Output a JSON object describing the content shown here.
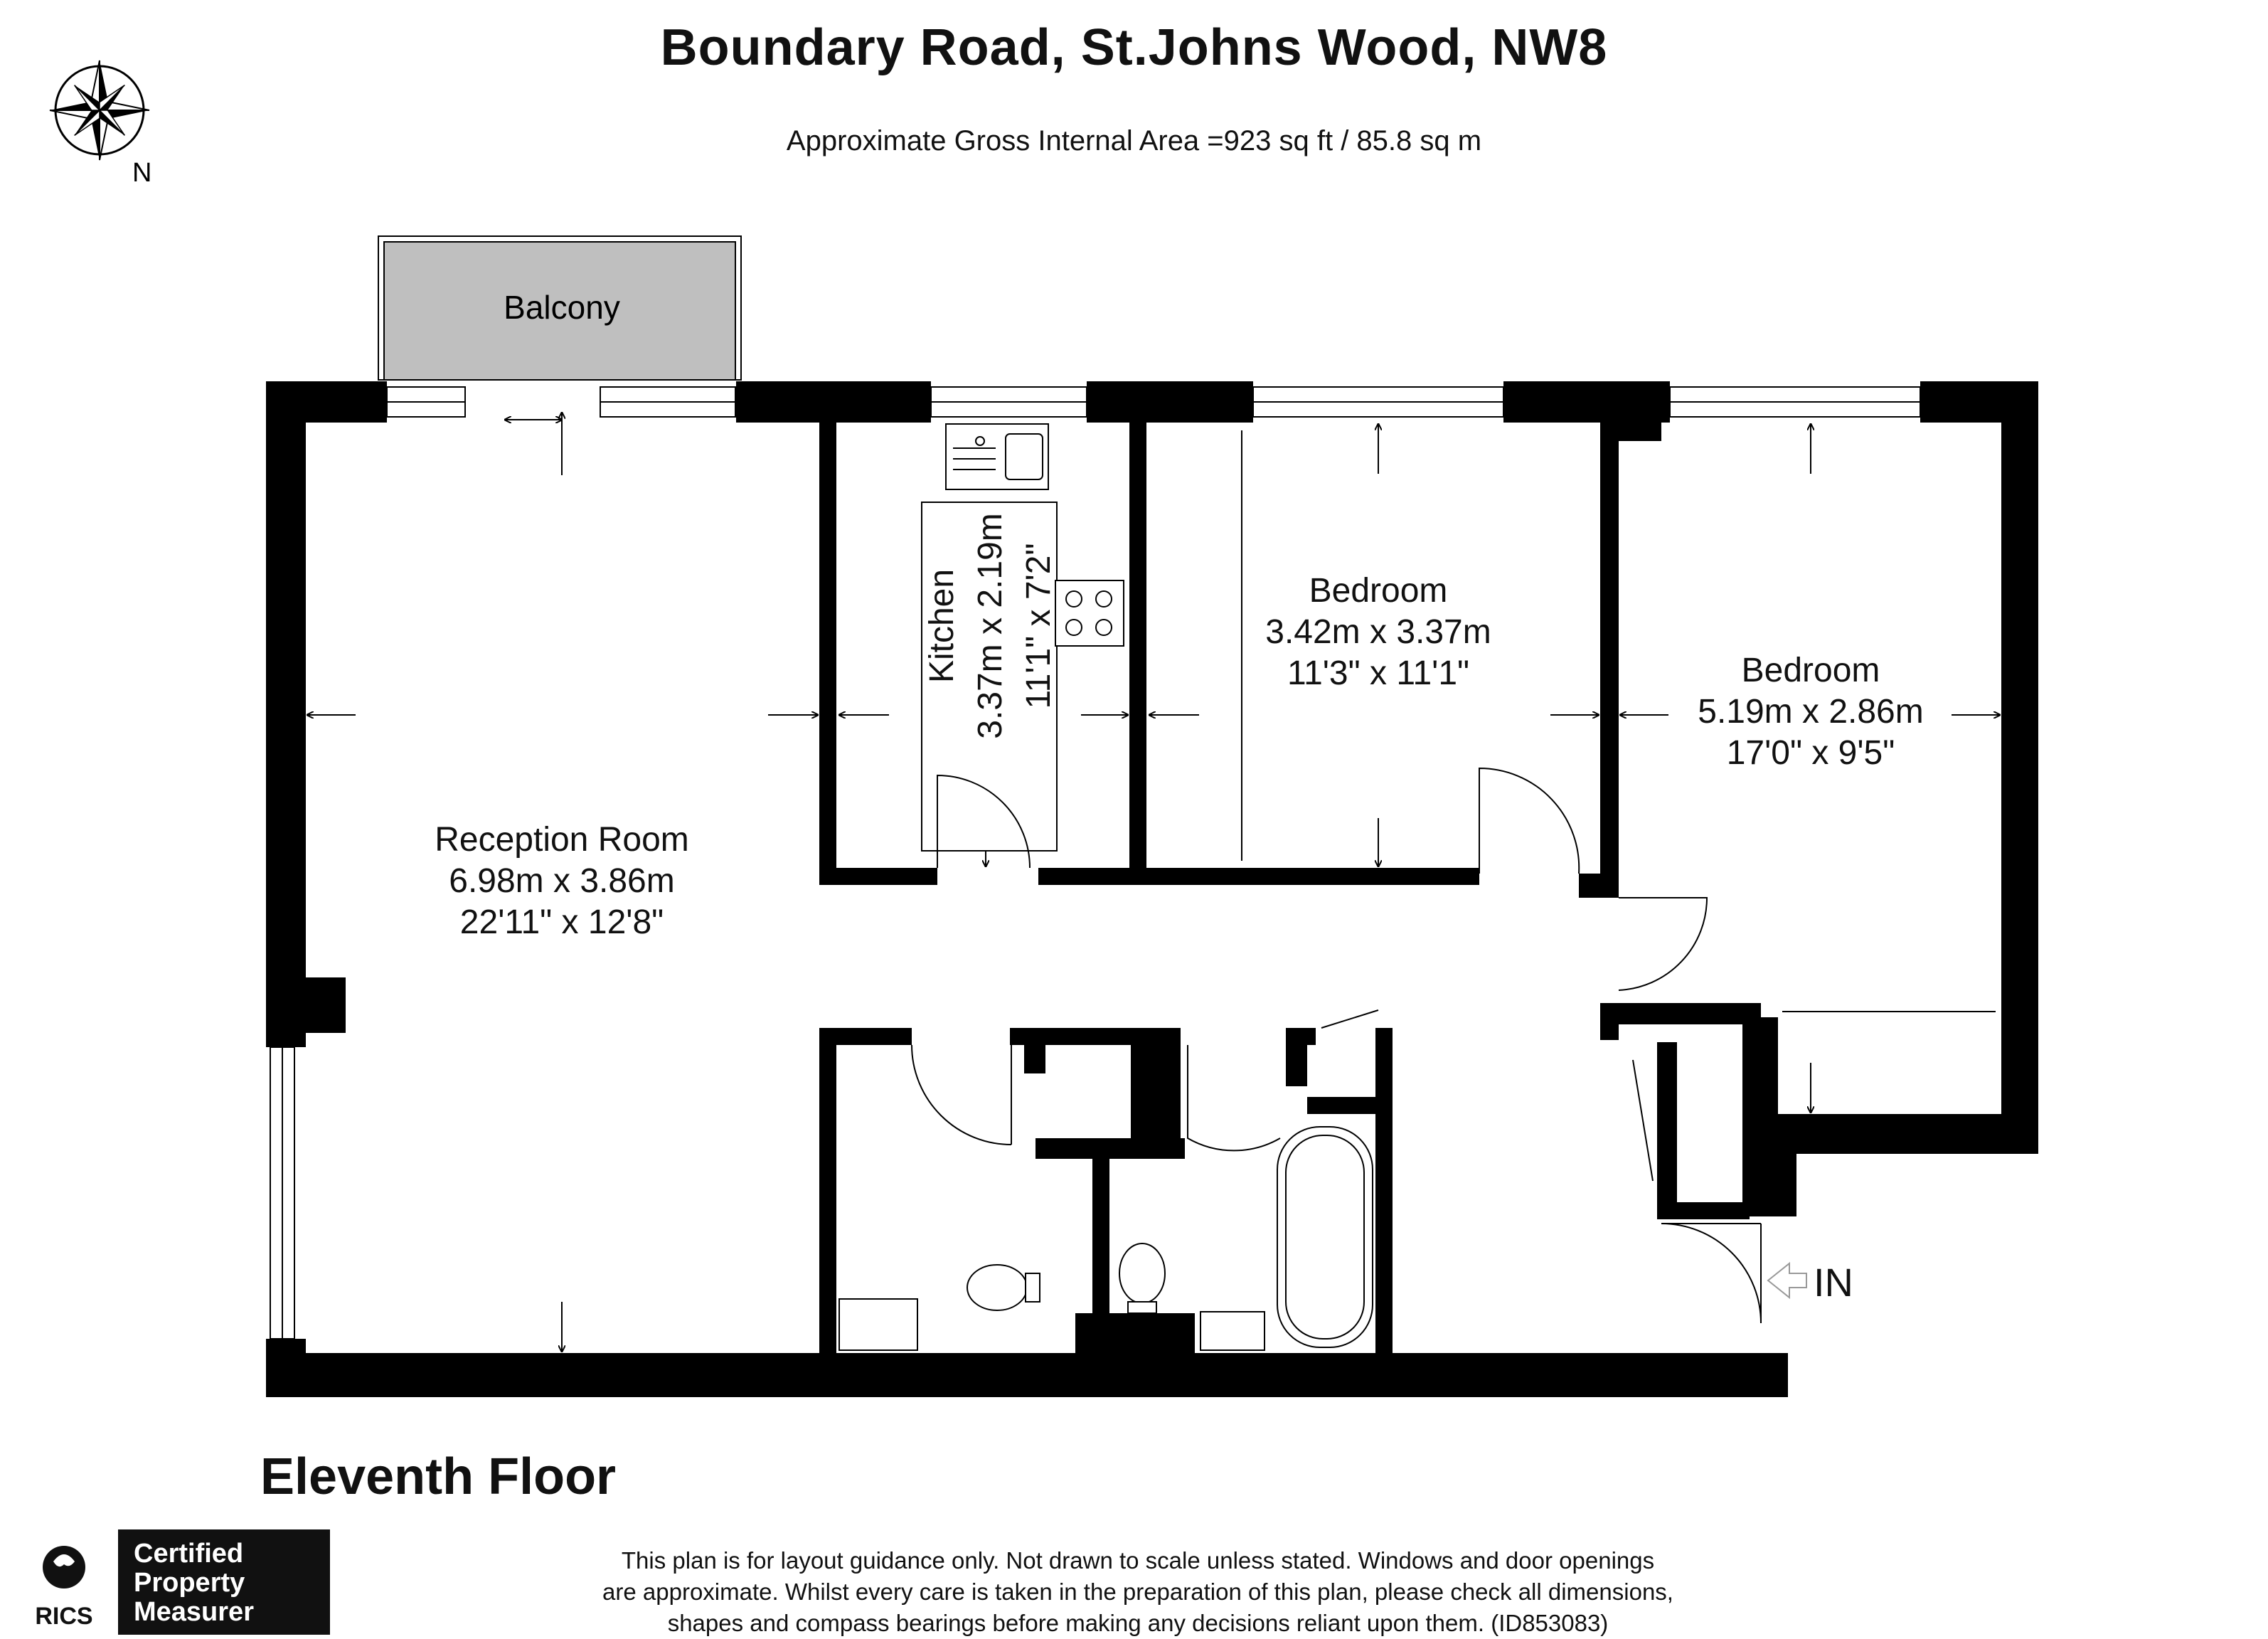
{
  "header": {
    "title": "Boundary Road, St.Johns Wood, NW8",
    "subtitle": "Approximate Gross Internal Area =923 sq ft / 85.8 sq m"
  },
  "compass": {
    "label": "N",
    "icon": "compass-star-icon"
  },
  "rooms": {
    "balcony": {
      "name": "Balcony"
    },
    "reception": {
      "name": "Reception Room",
      "metric": "6.98m x 3.86m",
      "imperial": "22'11\" x 12'8\""
    },
    "kitchen": {
      "name": "Kitchen",
      "metric": "3.37m x 2.19m",
      "imperial": "11'1\" x 7'2\""
    },
    "bedroom1": {
      "name": "Bedroom",
      "metric": "3.42m x 3.37m",
      "imperial": "11'3\" x 11'1\""
    },
    "bedroom2": {
      "name": "Bedroom",
      "metric": "5.19m x 2.86m",
      "imperial": "17'0\" x 9'5\""
    }
  },
  "entrance": {
    "label": "IN"
  },
  "floor_label": "Eleventh Floor",
  "disclaimer": {
    "line1": "This plan is for layout guidance only. Not drawn to scale unless stated. Windows and door openings",
    "line2": "are approximate. Whilst every care is taken in the preparation of this plan, please check all dimensions,",
    "line3": "shapes and compass bearings before making any decisions reliant upon them. (ID853083)"
  },
  "certification": {
    "org": "RICS",
    "badge": [
      "Certified",
      "Property",
      "Measurer"
    ]
  },
  "colors": {
    "wall": "#000000",
    "balcony_fill": "#bfbfbf",
    "background": "#ffffff"
  }
}
